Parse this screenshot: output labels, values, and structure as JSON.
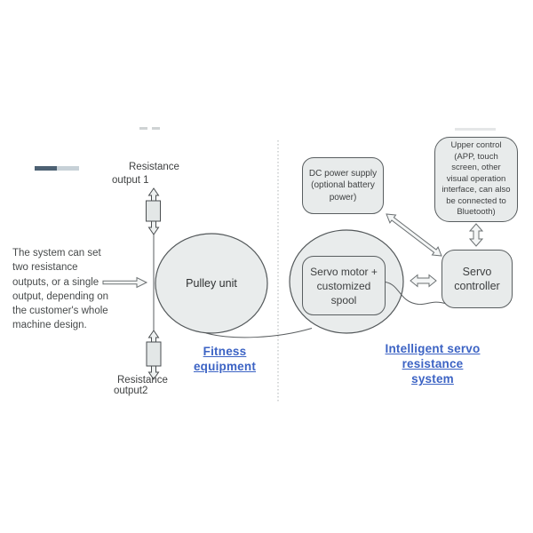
{
  "colors": {
    "box_fill": "#e8ebeb",
    "box_border": "#595e60",
    "text": "#3f4142",
    "link_blue": "#3c63c4",
    "legend_dark": "#4d6173",
    "legend_light": "#c7d1d7",
    "divider_dotted": "#aeb3b5"
  },
  "note": {
    "lines": [
      "The system can set",
      "two resistance",
      "outputs, or a single",
      "output, depending on",
      "the customer's whole",
      "machine design."
    ]
  },
  "labels": {
    "resistance_output_1": {
      "line1": "Resistance",
      "line2": "output 1"
    },
    "resistance_output_2": {
      "line1": "Resistance",
      "line2": "output2"
    },
    "pulley": "Pulley unit",
    "fitness": {
      "line1": "Fitness",
      "line2": "equipment"
    },
    "intelligent": {
      "line1": "Intelligent servo",
      "line2": "resistance system"
    }
  },
  "boxes": {
    "dc_power": {
      "lines": [
        "DC power supply",
        "(optional battery",
        "power)"
      ]
    },
    "upper_control": {
      "lines": [
        "Upper control",
        "(APP, touch",
        "screen, other",
        "visual operation",
        "interface, can also",
        "be connected to",
        "Bluetooth)"
      ]
    },
    "servo_motor": {
      "lines": [
        "Servo motor +",
        "customized",
        "spool"
      ]
    },
    "servo_controller": {
      "lines": [
        "Servo",
        "controller"
      ]
    }
  }
}
